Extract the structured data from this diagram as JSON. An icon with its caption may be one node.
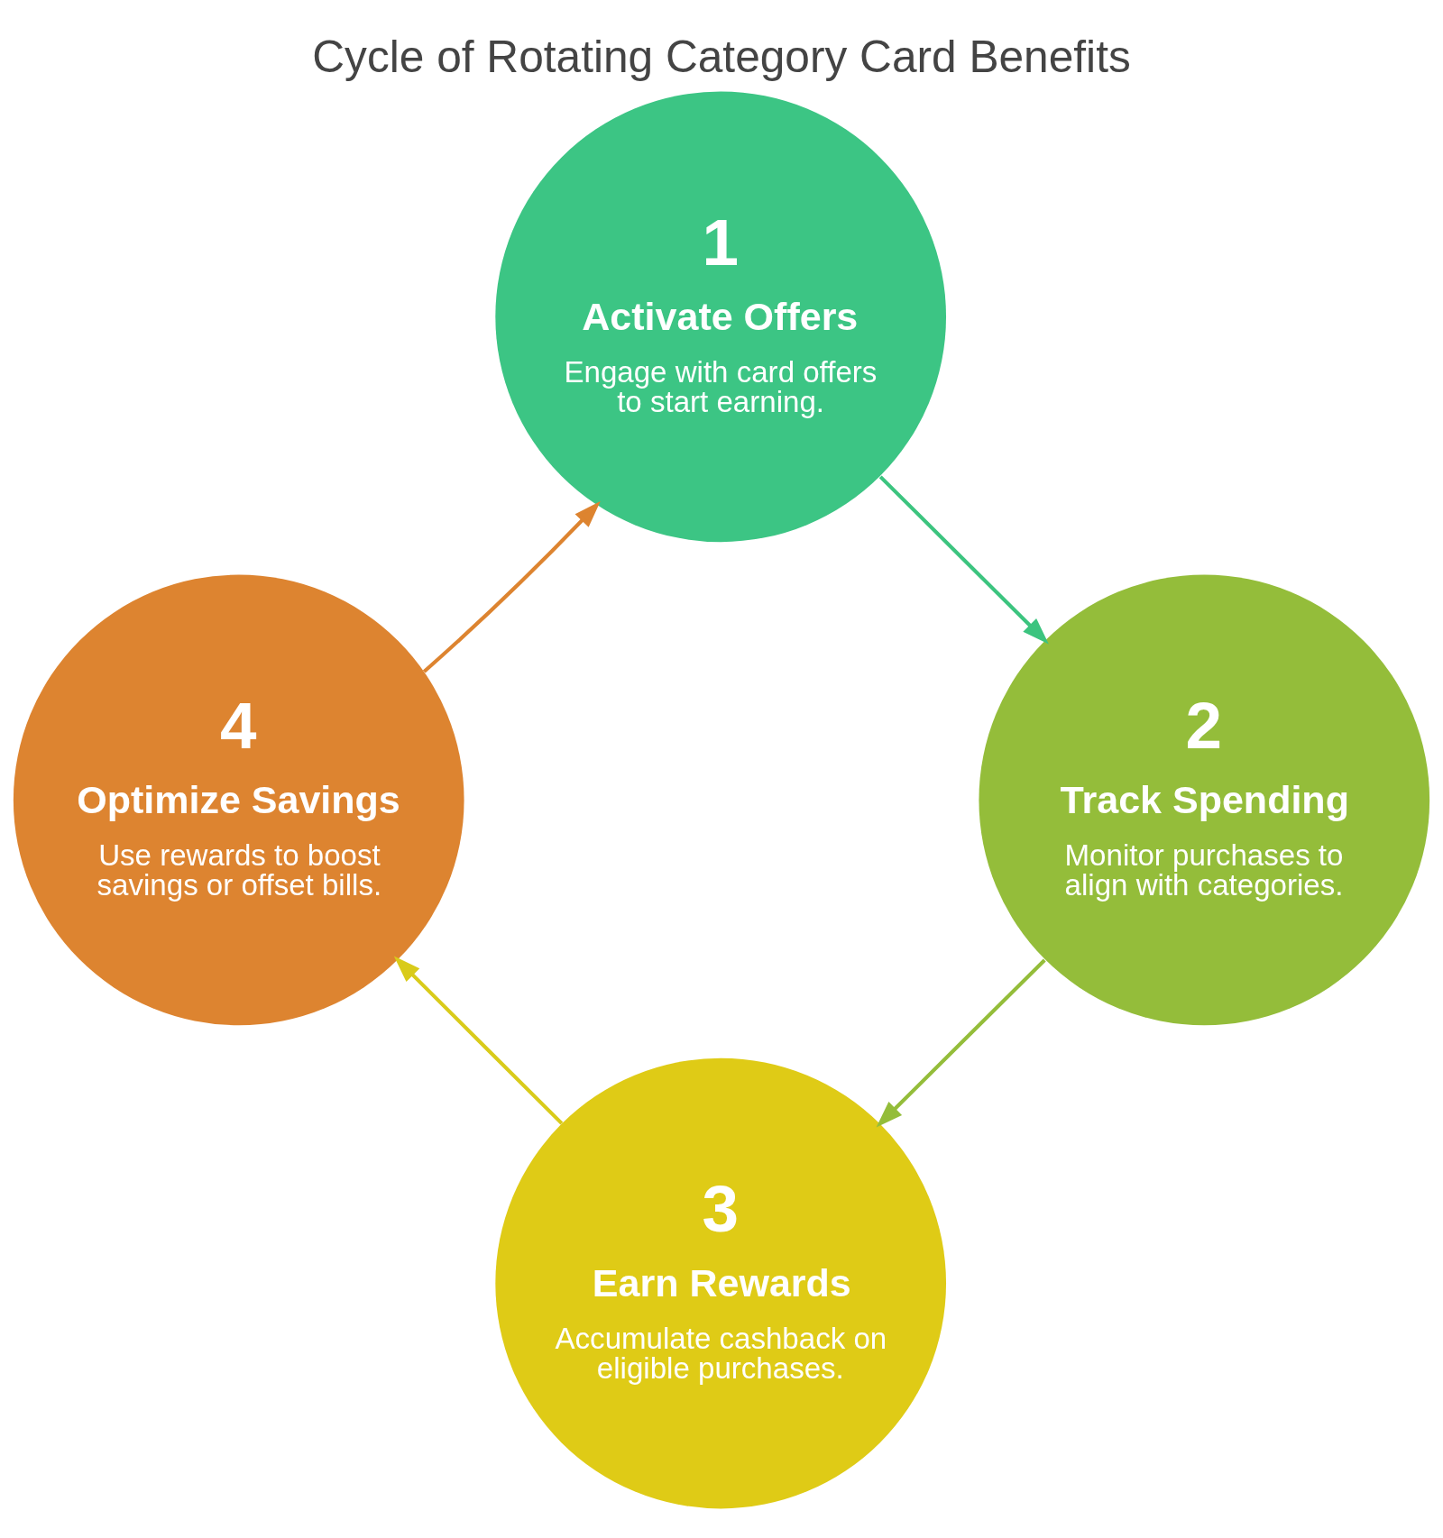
{
  "diagram": {
    "title": "Cycle of Rotating Category Card Benefits",
    "nodes": [
      {
        "text": [
          "1",
          "Activate Offers",
          "Engage with card offers to start earning."
        ]
      },
      {
        "text": [
          "2",
          "Track Spending",
          "Monitor purchases to align with categories."
        ]
      },
      {
        "text": [
          "3",
          "Earn Rewards",
          "Accumulate cashback on eligible purchases."
        ]
      },
      {
        "text": [
          "4",
          "Optimize Savings",
          "Use rewards to boost savings or offset bills."
        ]
      }
    ],
    "edges": [
      {
        "from": 0,
        "to": 1,
        "arrow": "to",
        "color": "#3cc47f"
      },
      {
        "from": 1,
        "to": 2,
        "arrow": "to",
        "color": "#94bd3a"
      },
      {
        "from": 2,
        "to": 3,
        "arrow": "to",
        "color": "#d9cb1a"
      },
      {
        "from": 3,
        "to": 0,
        "arrow": "to",
        "color": "#dd8430"
      }
    ]
  }
}
